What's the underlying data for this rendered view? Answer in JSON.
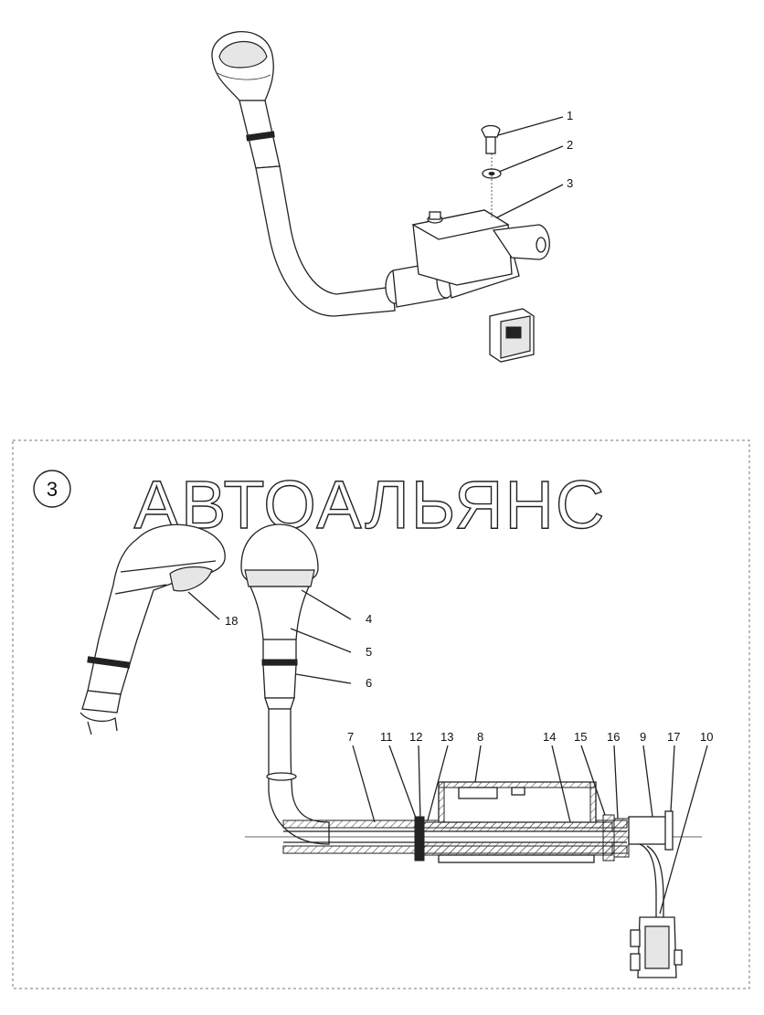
{
  "view_marker": "3",
  "watermark": "АВТОАЛЬЯНС",
  "callouts": {
    "top": [
      "1",
      "2",
      "3"
    ],
    "lower_left": [
      "18",
      "4",
      "5",
      "6"
    ],
    "lower_row": [
      "7",
      "11",
      "12",
      "13",
      "8",
      "14",
      "15",
      "16",
      "9",
      "17",
      "10"
    ]
  }
}
